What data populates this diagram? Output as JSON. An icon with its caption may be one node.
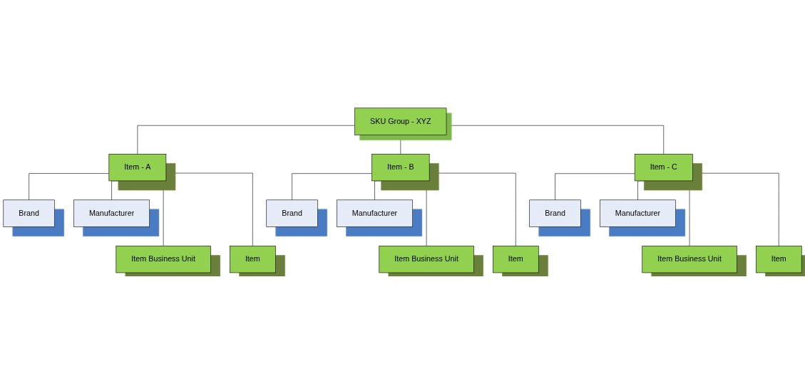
{
  "diagram": {
    "nodes": [
      {
        "text": [
          "SKU Group - XYZ"
        ]
      },
      {
        "text": [
          "Item - A"
        ]
      },
      {
        "text": [
          "Item - B"
        ]
      },
      {
        "text": [
          "Item - C"
        ]
      },
      {
        "text": [
          "Brand"
        ]
      },
      {
        "text": [
          "Manufacturer"
        ]
      },
      {
        "text": [
          "Brand"
        ]
      },
      {
        "text": [
          "Manufacturer"
        ]
      },
      {
        "text": [
          "Brand"
        ]
      },
      {
        "text": [
          "Manufacturer"
        ]
      },
      {
        "text": [
          "Item Business Unit"
        ]
      },
      {
        "text": [
          "Item"
        ]
      },
      {
        "text": [
          "Item Business Unit"
        ]
      },
      {
        "text": [
          "Item"
        ]
      },
      {
        "text": [
          "Item Business Unit"
        ]
      },
      {
        "text": [
          "Item"
        ]
      }
    ],
    "edges": [
      {
        "from": 0,
        "to": 1,
        "arrow": "none"
      },
      {
        "from": 0,
        "to": 2,
        "arrow": "none"
      },
      {
        "from": 0,
        "to": 3,
        "arrow": "none"
      },
      {
        "from": 1,
        "to": 4,
        "arrow": "none"
      },
      {
        "from": 1,
        "to": 5,
        "arrow": "none"
      },
      {
        "from": 1,
        "to": 10,
        "arrow": "none"
      },
      {
        "from": 1,
        "to": 11,
        "arrow": "none"
      },
      {
        "from": 2,
        "to": 6,
        "arrow": "none"
      },
      {
        "from": 2,
        "to": 7,
        "arrow": "none"
      },
      {
        "from": 2,
        "to": 12,
        "arrow": "none"
      },
      {
        "from": 2,
        "to": 13,
        "arrow": "none"
      },
      {
        "from": 3,
        "to": 8,
        "arrow": "none"
      },
      {
        "from": 3,
        "to": 9,
        "arrow": "none"
      },
      {
        "from": 3,
        "to": 14,
        "arrow": "none"
      },
      {
        "from": 3,
        "to": 15,
        "arrow": "none"
      }
    ]
  }
}
